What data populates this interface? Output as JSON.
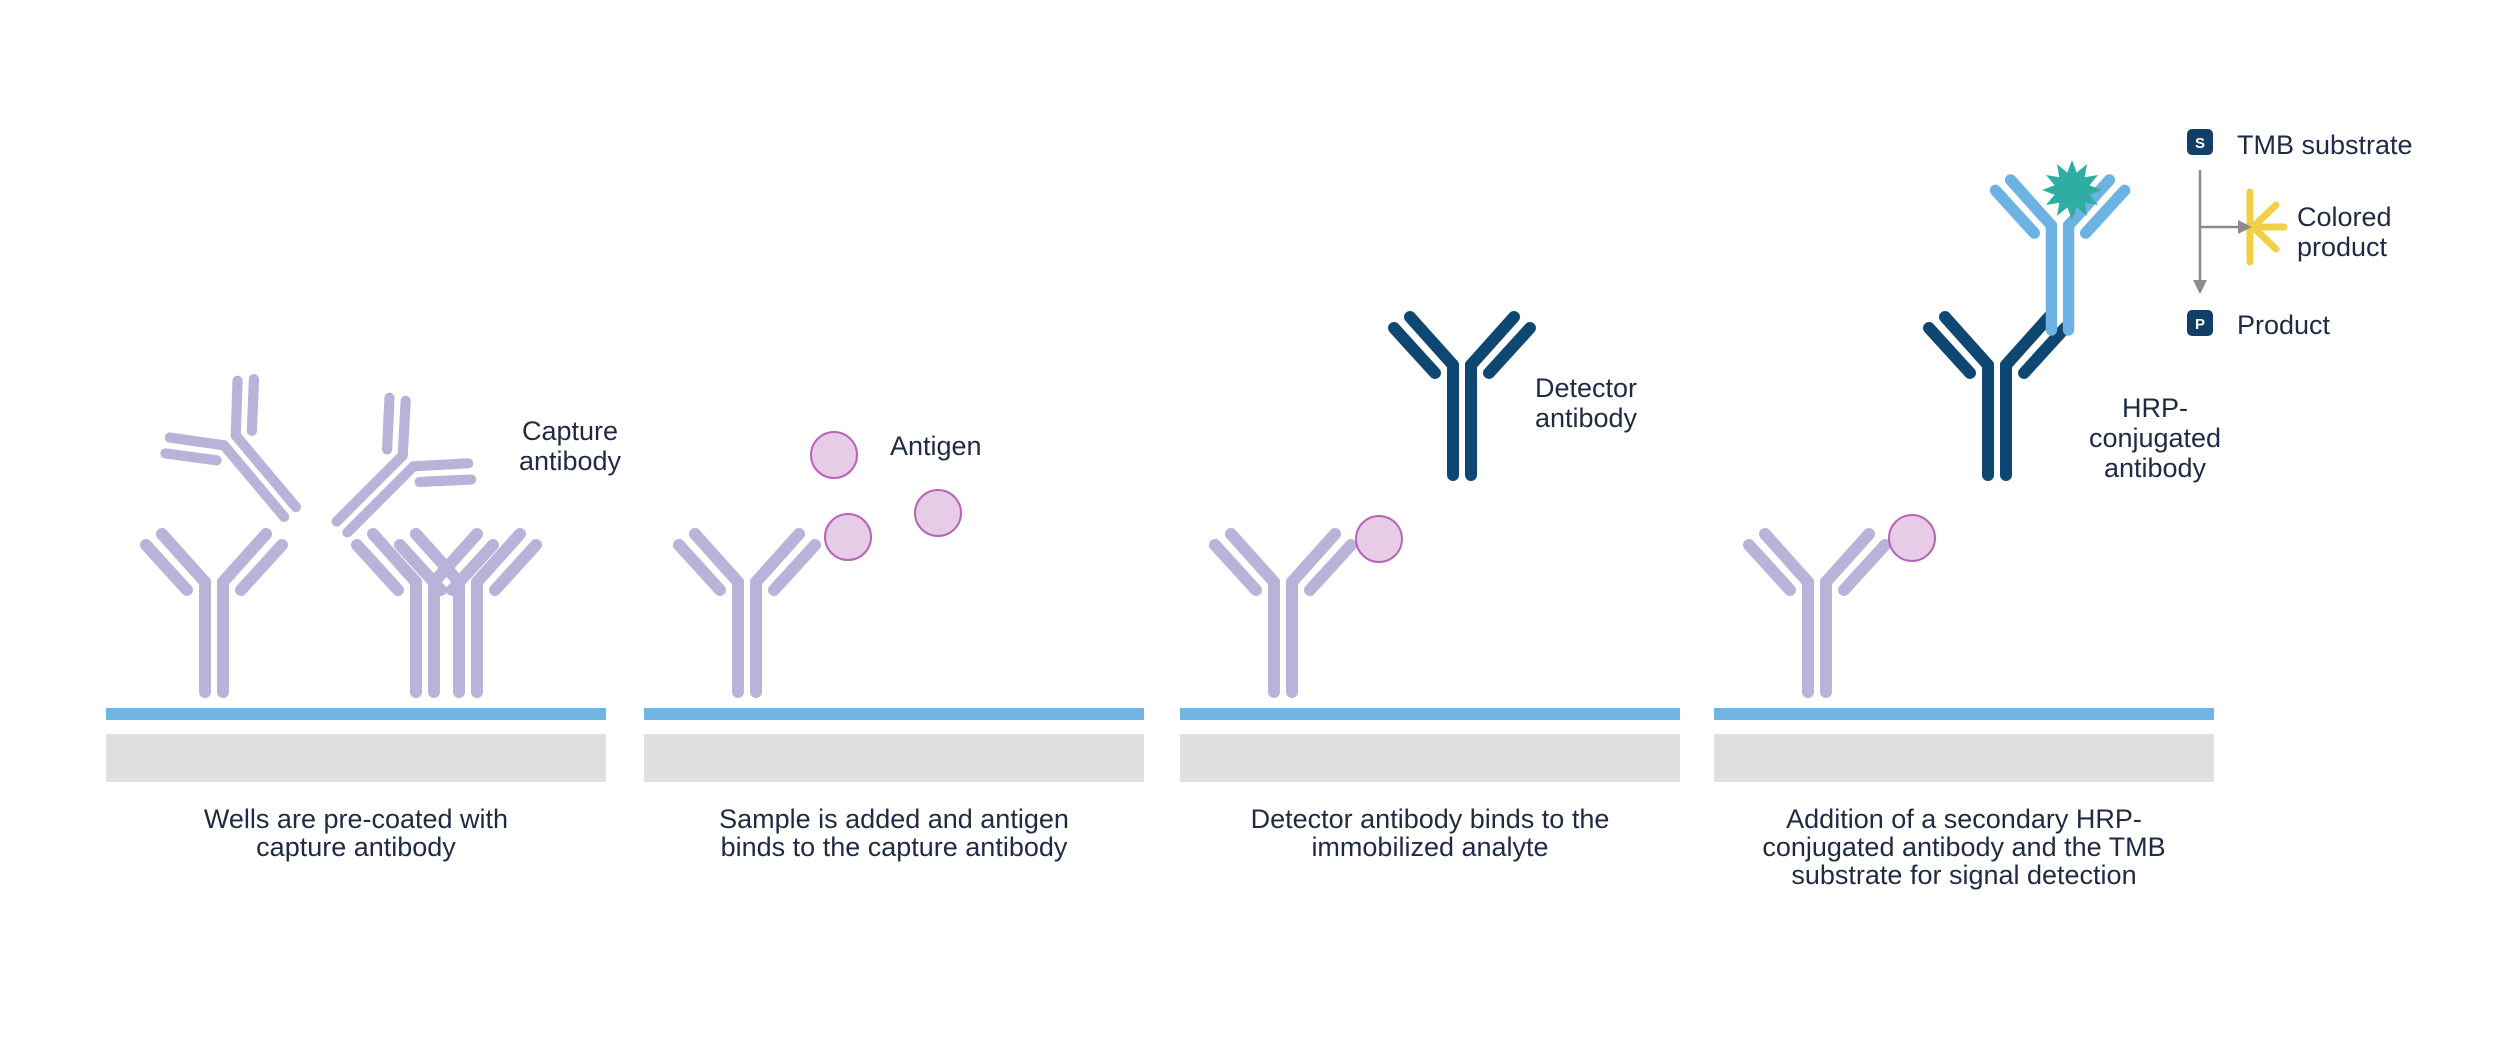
{
  "labels": {
    "capture_antibody": [
      "Capture",
      "antibody"
    ],
    "antigen": "Antigen",
    "detector_antibody": [
      "Detector",
      "antibody"
    ],
    "hrp_antibody": [
      "HRP-",
      "conjugated",
      "antibody"
    ],
    "tmb_substrate": "TMB substrate",
    "colored_product": [
      "Colored",
      "product"
    ],
    "product": "Product",
    "s_badge": "S",
    "p_badge": "P"
  },
  "captions": {
    "step1": [
      "Wells are pre-coated with",
      "capture antibody"
    ],
    "step2": [
      "Sample is added and antigen",
      "binds to the capture antibody"
    ],
    "step3": [
      "Detector antibody binds to the",
      "immobilized analyte"
    ],
    "step4": [
      "Addition of a secondary HRP-",
      "conjugated antibody and the TMB",
      "substrate for signal detection"
    ]
  },
  "colors": {
    "capture": "#b8b3d8",
    "detector": "#0f4773",
    "hrp": "#6cb2e3",
    "antigen_fill": "#e6cce6",
    "antigen_stroke": "#b864b8",
    "plate_line": "#72b5e3",
    "plate_base": "#e0e0e0",
    "enzyme": "#2eada3",
    "colored_product": "#f2d045",
    "badge": "#123f66",
    "arrow": "#8c8c8c"
  }
}
